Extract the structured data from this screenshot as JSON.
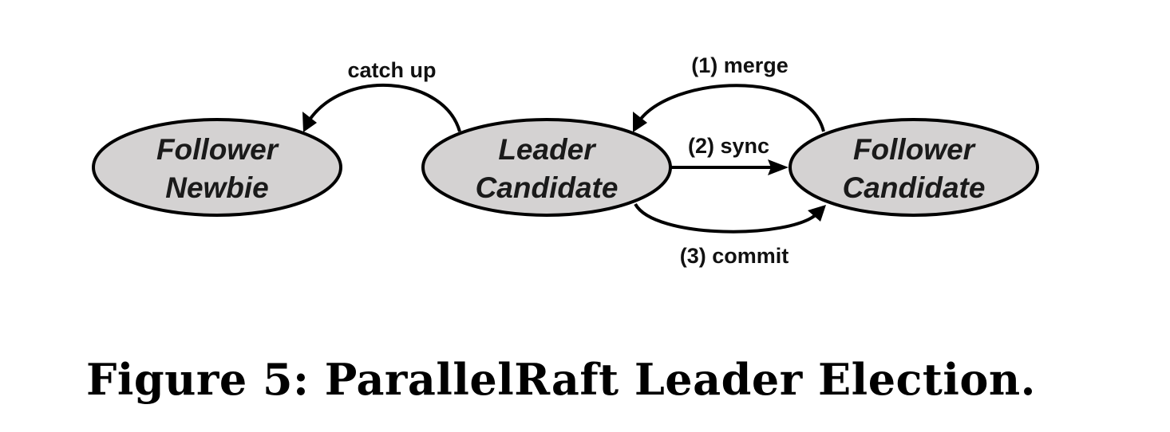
{
  "nodes": {
    "follower_newbie": {
      "line1": "Follower",
      "line2": "Newbie"
    },
    "leader_candidate": {
      "line1": "Leader",
      "line2": "Candidate"
    },
    "follower_candidate": {
      "line1": "Follower",
      "line2": "Candidate"
    }
  },
  "edges": {
    "catch_up": "catch up",
    "merge": "(1) merge",
    "sync": "(2) sync",
    "commit": "(3) commit"
  },
  "colors": {
    "node_fill": "#d4d2d2",
    "stroke": "#000000"
  },
  "caption": "Figure 5: ParallelRaft Leader Election."
}
